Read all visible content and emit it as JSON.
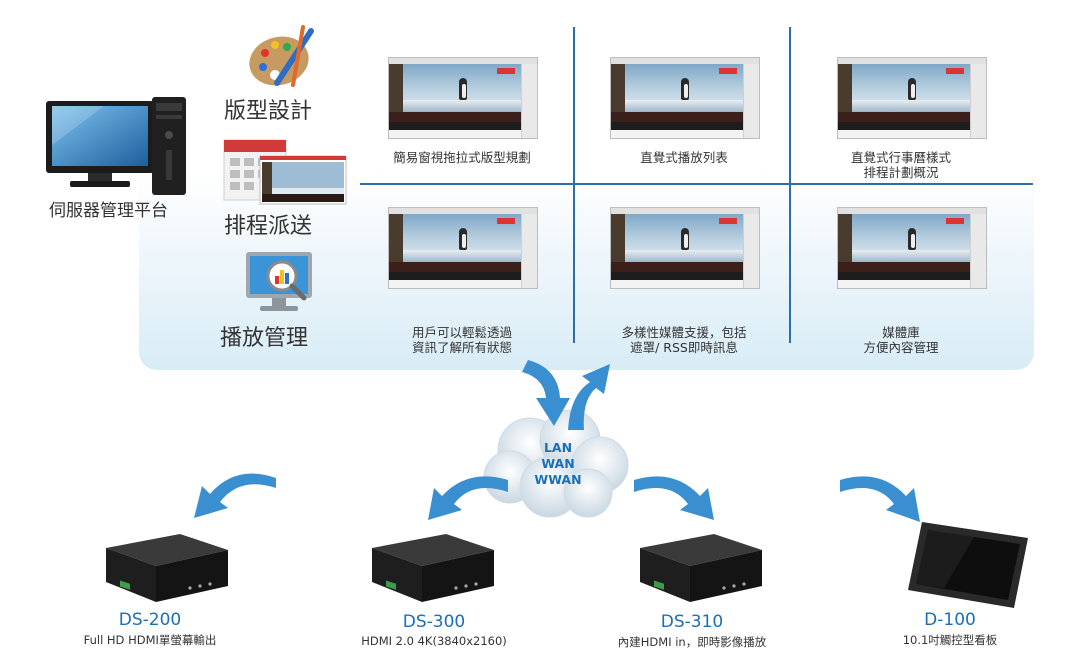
{
  "server": {
    "label": "伺服器管理平台"
  },
  "functions": [
    {
      "label": "版型設計",
      "icon": "palette-icon"
    },
    {
      "label": "排程派送",
      "icon": "calendar-schedule-icon"
    },
    {
      "label": "播放管理",
      "icon": "monitor-magnifier-icon"
    }
  ],
  "features": {
    "row1": [
      {
        "line1": "簡易窗視拖拉式版型規劃",
        "line2": ""
      },
      {
        "line1": "直覺式播放列表",
        "line2": ""
      },
      {
        "line1": "直覺式行事曆樣式",
        "line2": "排程計劃概況"
      }
    ],
    "row2": [
      {
        "line1": "用戶可以輕鬆透過",
        "line2": "資訊了解所有狀態"
      },
      {
        "line1": "多樣性媒體支援，包括",
        "line2": "遮罩/ RSS即時訊息"
      },
      {
        "line1": "媒體庫",
        "line2": "方便內容管理"
      }
    ]
  },
  "network": {
    "lines": [
      "LAN",
      "WAN",
      "WWAN"
    ]
  },
  "devices": [
    {
      "name": "DS-200",
      "desc": "Full HD HDMI單螢幕輸出"
    },
    {
      "name": "DS-300",
      "desc": "HDMI 2.0 4K(3840x2160)"
    },
    {
      "name": "DS-310",
      "desc": "內建HDMI in，即時影像播放"
    },
    {
      "name": "D-100",
      "desc": "10.1吋觸控型看板"
    }
  ],
  "colors": {
    "accent": "#1a6fb8",
    "divider": "#2c6ea9",
    "arrow": "#3a8fd0"
  }
}
